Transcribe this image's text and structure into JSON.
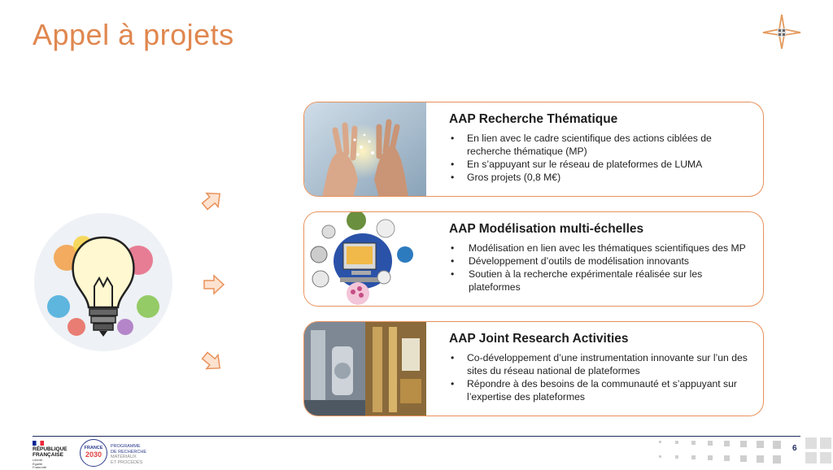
{
  "slide": {
    "title": "Appel à projets",
    "page_number": "6"
  },
  "cards": [
    {
      "title": "AAP Recherche Thématique",
      "bullets": [
        "En lien avec le cadre scientifique des actions ciblées de recherche thématique (MP)",
        "En s’appuyant sur le réseau de plateformes de LUMA",
        "Gros projets (0,8 M€)"
      ]
    },
    {
      "title": "AAP Modélisation multi-échelles",
      "bullets": [
        "Modélisation en lien avec les thématiques scientifiques des MP",
        "Développement d’outils de modélisation innovants",
        "Soutien à la recherche expérimentale réalisée sur les plateformes"
      ]
    },
    {
      "title": "AAP Joint Research Activities",
      "bullets": [
        "Co-développement d’une instrumentation innovante sur l’un des sites du réseau national de plateformes",
        "Répondre à des besoins de la communauté et s’appuyant sur l’expertise des plateformes"
      ]
    }
  ],
  "footer": {
    "republique": [
      "RÉPUBLIQUE",
      "FRANÇAISE"
    ],
    "motto": [
      "Liberté",
      "Égalité",
      "Fraternité"
    ],
    "france2030": {
      "top": "FRANCE",
      "year": "2030"
    },
    "programme": [
      "PROGRAMME",
      "DE RECHERCHE"
    ],
    "programme_sub": [
      "MATÉRIAUX",
      "ET PROCÉDÉS"
    ]
  },
  "colors": {
    "accent": "#e0874f",
    "card_border": "#e8915a",
    "navy": "#1f2a5c"
  }
}
